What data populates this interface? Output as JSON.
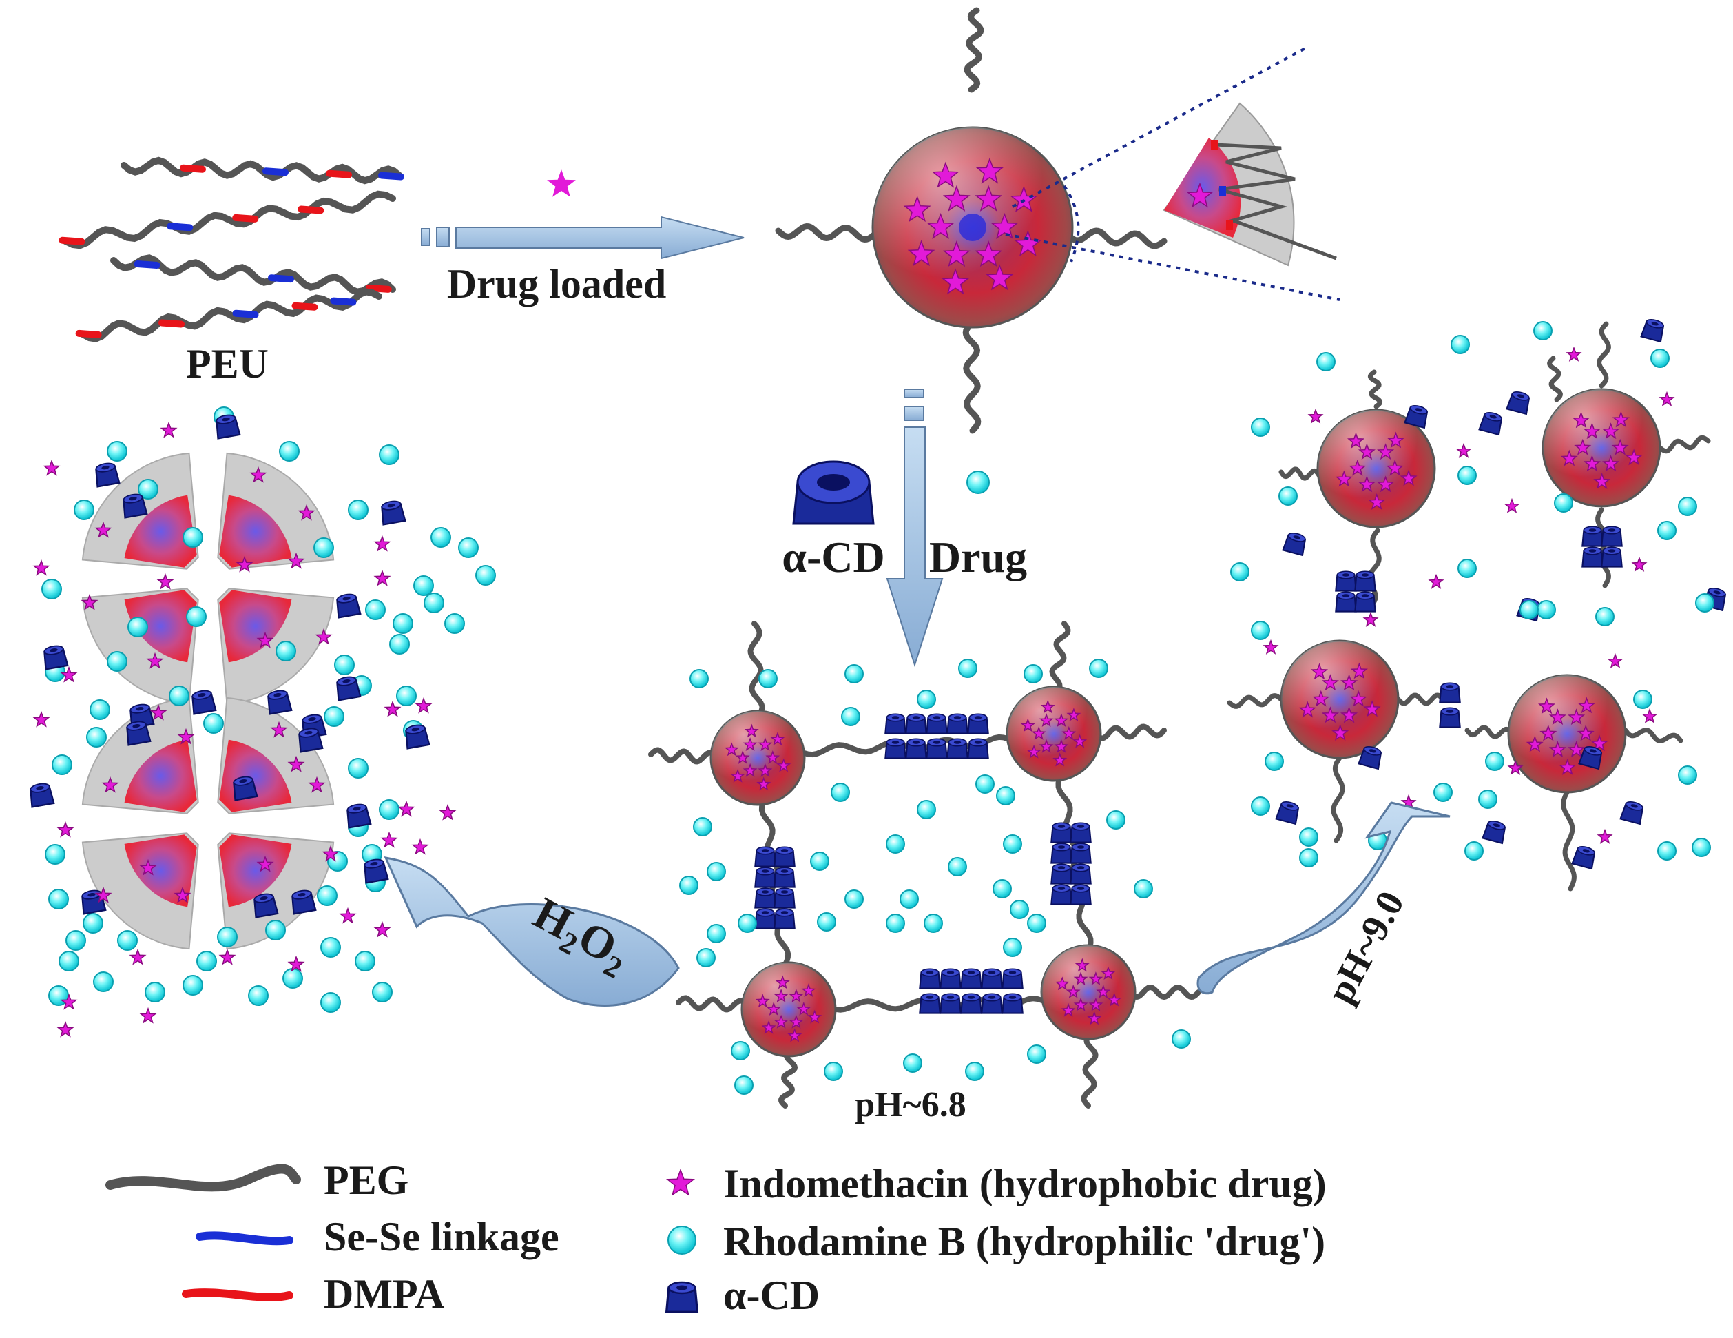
{
  "labels": {
    "peu": "PEU",
    "drug_loaded": "Drug loaded",
    "alpha_cd_step": "α-CD",
    "drug_step": "Drug",
    "h2o2_main": "H",
    "h2o2_sub1": "2",
    "h2o2_mid": "O",
    "h2o2_sub2": "2",
    "ph_68": "pH~6.8",
    "ph_90": "pH~9.0"
  },
  "legend": {
    "peg": "PEG",
    "sese": "Se-Se linkage",
    "dmpa": "DMPA",
    "indomethacin": "Indomethacin (hydrophobic drug)",
    "rhodamine": "Rhodamine B (hydrophilic 'drug')",
    "alpha_cd": "α-CD"
  },
  "colors": {
    "peg": "#555555",
    "sese": "#1a2fd6",
    "dmpa": "#e8141a",
    "drug_star": "#e21ad8",
    "rhodamine": "#19e3ea",
    "alpha_cd": "#1a2a9a",
    "arrow": "#a8c8e8",
    "micelle_core": "#c0283a",
    "shell_gray": "#cccccc"
  }
}
